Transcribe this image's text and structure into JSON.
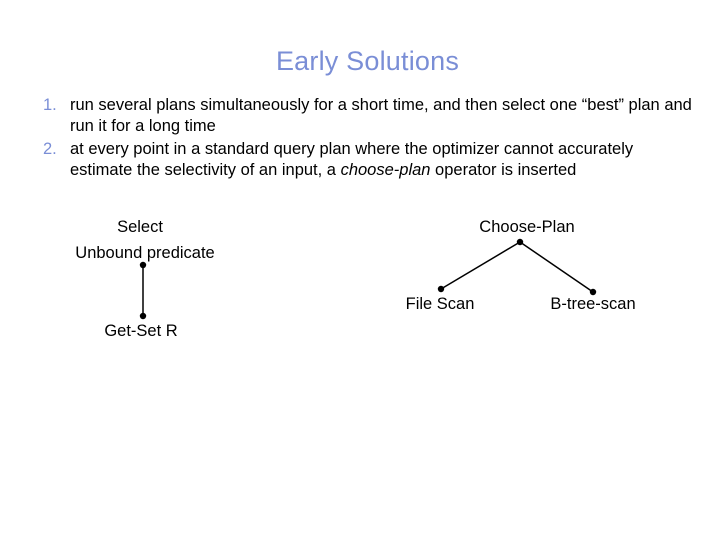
{
  "title": "Early Solutions",
  "bullets": [
    {
      "number": "1.",
      "text": "run several plans simultaneously for a short time, and then select one “best” plan and run it for a long time"
    },
    {
      "number": "2.",
      "text_before": "at every point in a standard query plan where the optimizer cannot accurately estimate the selectivity of an input, a ",
      "text_emphasis": "choose-plan",
      "text_after": " operator is inserted"
    }
  ],
  "left_tree": {
    "root_line1": "Select",
    "root_line2": "Unbound predicate",
    "child": "Get-Set R"
  },
  "right_tree": {
    "root": "Choose-Plan",
    "left_child": "File Scan",
    "right_child": "B-tree-scan"
  },
  "colors": {
    "accent": "#7a8ed6",
    "text": "#000000"
  }
}
